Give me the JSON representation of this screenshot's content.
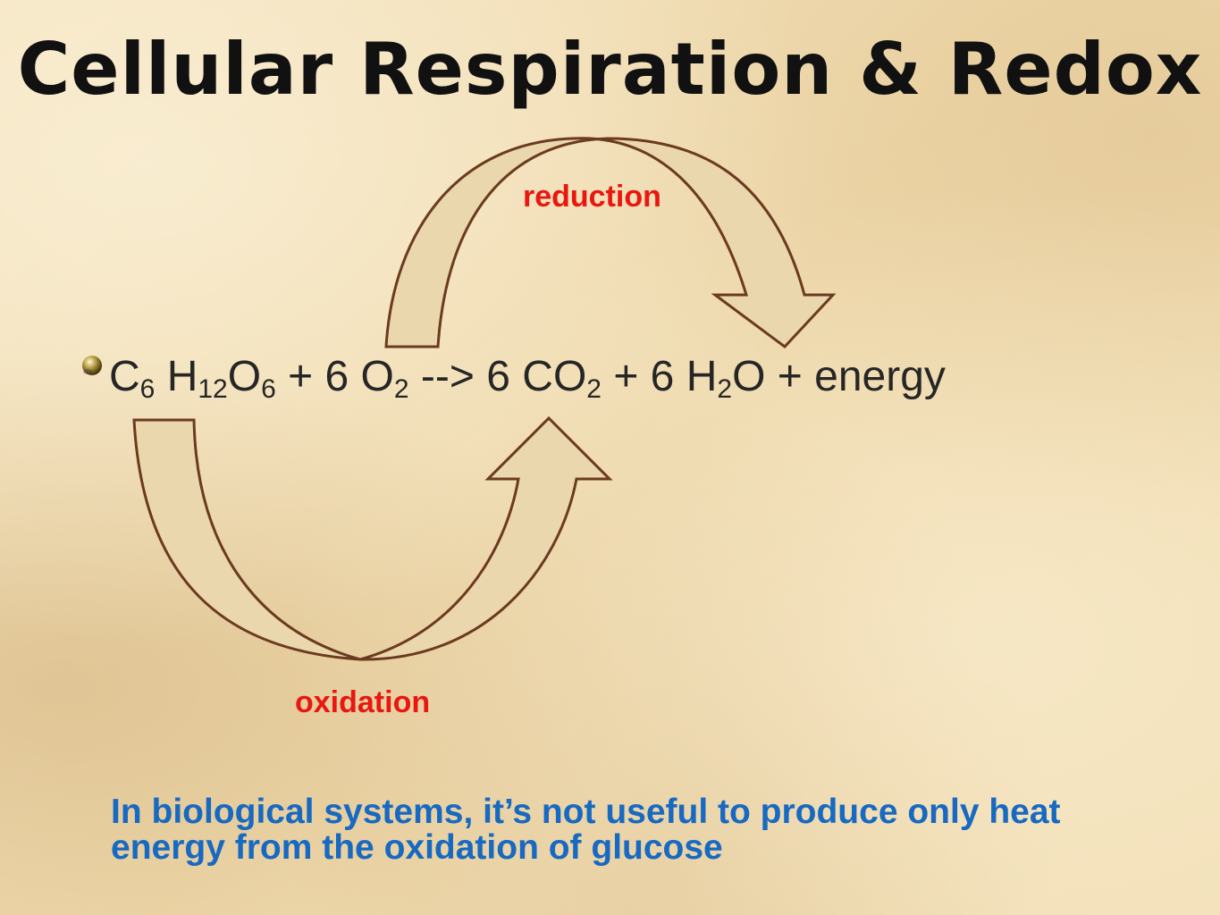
{
  "slide": {
    "title": "Cellular Respiration & Redox",
    "equation": {
      "glucose": {
        "c": "C",
        "c_sub": "6",
        "h": "H",
        "h_sub": "12",
        "o": "O",
        "o_sub": "6"
      },
      "plus1": "+ 6",
      "oxygen": {
        "o": "O",
        "o_sub": "2"
      },
      "arrow": "-->",
      "co2": {
        "prefix": "6 CO",
        "sub": "2"
      },
      "plus2": "+ 6",
      "water": {
        "h": "H",
        "h_sub": "2",
        "o": "O"
      },
      "energy": "+ energy"
    },
    "labels": {
      "reduction": "reduction",
      "oxidation": "oxidation"
    },
    "note": "In biological systems, it’s not useful to produce only heat energy from the oxidation of glucose",
    "colors": {
      "title": "#111111",
      "label": "#e8170f",
      "note": "#1769c2",
      "arrow_fill": "#ead7ae",
      "arrow_stroke": "#6b3a1f"
    },
    "icons": {
      "bullet": "gold-sphere-bullet-icon"
    }
  }
}
